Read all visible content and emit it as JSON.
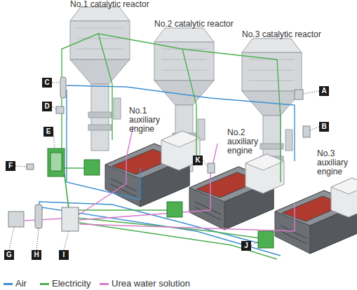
{
  "diagram": {
    "nodes": [
      {
        "text": [
          "C"
        ]
      },
      {
        "text": [
          "A"
        ]
      },
      {
        "text": [
          "D"
        ]
      },
      {
        "text": [
          "B"
        ]
      },
      {
        "text": [
          "E"
        ]
      },
      {
        "text": [
          "K"
        ]
      },
      {
        "text": [
          "F"
        ]
      },
      {
        "text": [
          "J"
        ]
      },
      {
        "text": [
          "G"
        ]
      },
      {
        "text": [
          "H"
        ]
      },
      {
        "text": [
          "I"
        ]
      }
    ],
    "labels": [
      "No.1 catalytic reactor",
      "No.2 catalytic reactor",
      "No.3 catalytic reactor",
      "No.1 auxiliary engine",
      "No.2 auxiliary engine",
      "No.3 auxiliary engine"
    ],
    "legend": [
      {
        "text": "Air",
        "color": "#3d8fd1"
      },
      {
        "text": "Electricity",
        "color": "#4caf50"
      },
      {
        "text": "Urea water solution",
        "color": "#d77bc9"
      }
    ]
  }
}
